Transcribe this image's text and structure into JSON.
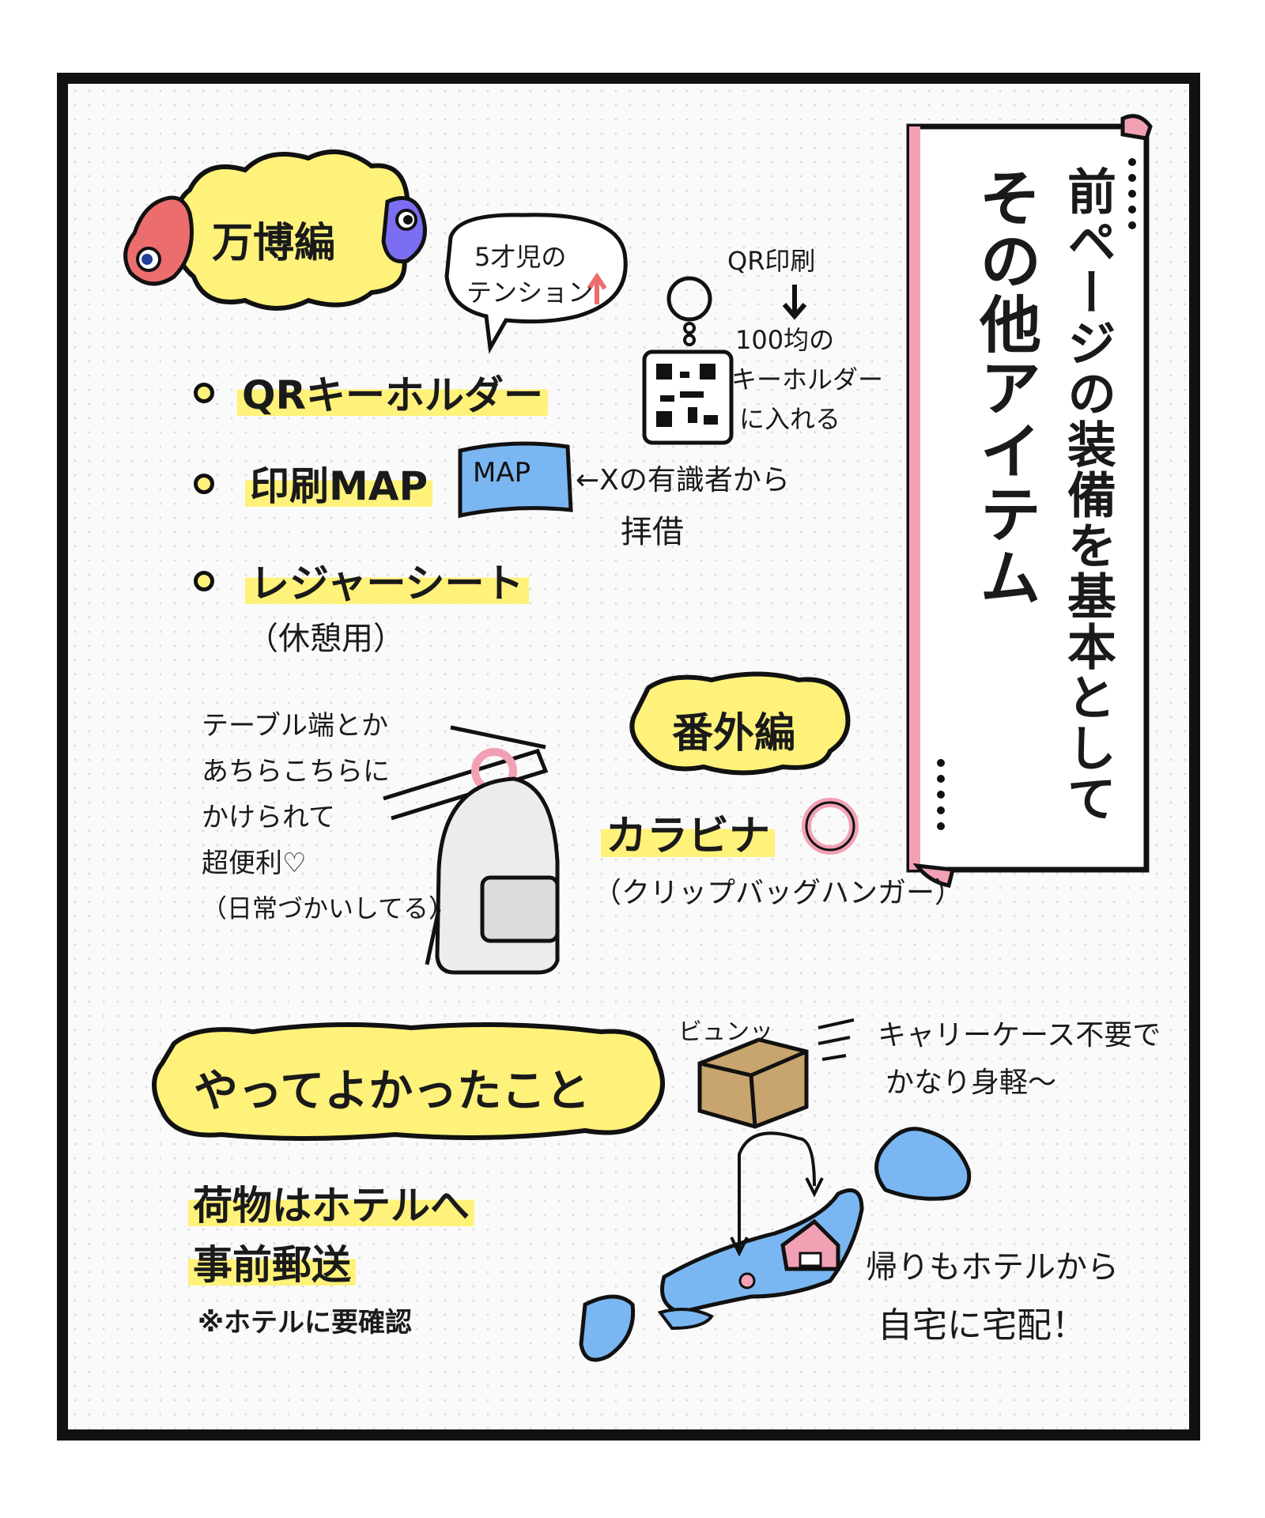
{
  "banner": {
    "line1": "前ページの装備を基本として",
    "line2": "その他アイテム"
  },
  "expo_section": {
    "title": "万博編",
    "items": [
      {
        "label": "QRキーホルダー"
      },
      {
        "label": "印刷MAP"
      },
      {
        "label": "レジャーシート",
        "sub": "（休憩用）"
      }
    ],
    "speech_bubble": {
      "line1": "5才児の",
      "line2": "テンション"
    },
    "qr_note": {
      "line1": "QR印刷",
      "line2": "100均の",
      "line3": "キーホルダー",
      "line4": "に入れる"
    },
    "map_tag": "MAP",
    "map_note": {
      "line1": "←Xの有識者から",
      "line2": "拝借"
    }
  },
  "extra_section": {
    "title": "番外編",
    "item": "カラビナ",
    "item_sub": "（クリップバッグハンガー）",
    "side_note": {
      "line1": "テーブル端とか",
      "line2": "あちらこちらに",
      "line3": "かけられて",
      "line4": "超便利♡",
      "line5": "（日常づかいしてる）"
    }
  },
  "good_section": {
    "title": "やってよかったこと",
    "main_line1": "荷物はホテルへ",
    "main_line2": "事前郵送",
    "footnote": "※ホテルに要確認",
    "sfx": "ビュンッ",
    "note_top": {
      "line1": "キャリーケース不要で",
      "line2": "かなり身軽〜"
    },
    "note_bottom": {
      "line1": "帰りもホテルから",
      "line2": "自宅に宅配！"
    }
  },
  "colors": {
    "yellow": "#fff27a",
    "pink": "#f2a0b4",
    "red": "#ec6d6d",
    "blue": "#7ab7f2",
    "purple": "#7b6ef2",
    "box_brown": "#c8a46e"
  }
}
